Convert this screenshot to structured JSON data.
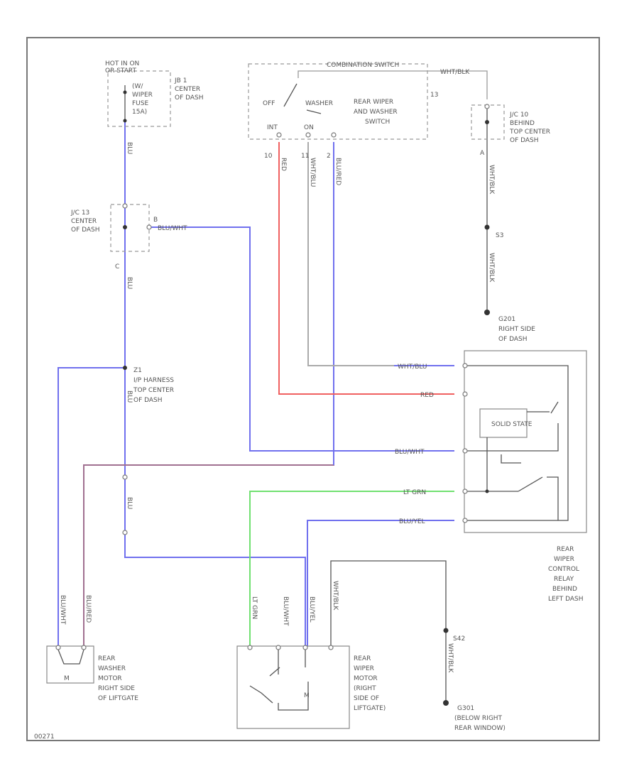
{
  "colors": {
    "blue": "#7070ee",
    "red": "#f06060",
    "green": "#70e070",
    "violet": "#a07090",
    "gray": "#aaaaaa",
    "dark": "#555555"
  },
  "hot_label": [
    "HOT IN ON",
    "OR START"
  ],
  "fuse_block": {
    "name": [
      "JB 1",
      "CENTER",
      "OF DASH"
    ],
    "fuse": [
      "(W/",
      "WIPER",
      "FUSE",
      "15A)"
    ]
  },
  "combination_switch": {
    "title": "COMBINATION SWITCH",
    "name": [
      "REAR WIPER",
      "AND WASHER",
      "SWITCH"
    ],
    "positions": [
      "OFF",
      "WASHER",
      "INT",
      "ON"
    ],
    "pins": [
      "10",
      "11",
      "2",
      "13"
    ]
  },
  "j_b": {
    "name": [
      "J/C 10",
      "BEHIND",
      "TOP CENTER",
      "OF DASH"
    ],
    "pin": "A"
  },
  "j_c": {
    "name": [
      "J/C 13",
      "CENTER",
      "OF DASH"
    ],
    "pins": [
      "B",
      "C"
    ]
  },
  "harness": {
    "name": [
      "Z1",
      "I/P HARNESS",
      "TOP CENTER",
      "OF DASH"
    ]
  },
  "ground_top": {
    "splice": "S3",
    "name": [
      "G201",
      "RIGHT SIDE",
      "OF DASH"
    ]
  },
  "ground_bottom": {
    "splice": "S42",
    "name": [
      "G301",
      "(BELOW RIGHT",
      "REAR WINDOW)"
    ]
  },
  "relay": {
    "name": [
      "REAR",
      "WIPER",
      "CONTROL",
      "RELAY",
      "BEHIND",
      "LEFT DASH"
    ],
    "solid_state": "SOLID STATE"
  },
  "washer_motor": {
    "name": [
      "REAR",
      "WASHER",
      "MOTOR",
      "RIGHT SIDE",
      "OF LIFTGATE"
    ],
    "symbol": "M"
  },
  "wiper_motor": {
    "name": [
      "REAR",
      "WIPER",
      "MOTOR",
      "(RIGHT",
      "SIDE OF",
      "LIFTGATE)"
    ]
  },
  "wire_labels": {
    "wht_blk": "WHT/BLK",
    "blu_wht": "BLU/WHT",
    "blu_red": "BLU/RED",
    "red": "RED",
    "lt_grn": "LT GRN",
    "blu_yel": "BLU/YEL",
    "wht_blu": "WHT/BLU",
    "blu": "BLU",
    "red_blu": "BLU/RED"
  },
  "code": "00271"
}
